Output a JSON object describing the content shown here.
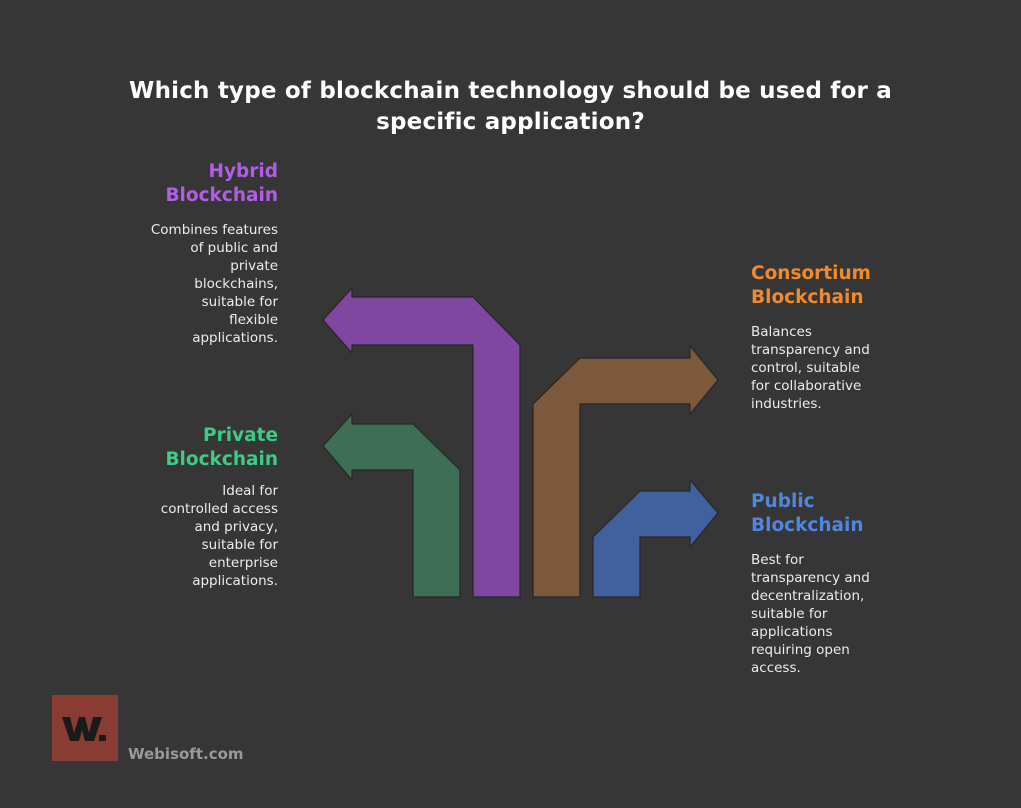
{
  "title": "Which type of blockchain technology should be used for a specific application?",
  "options": {
    "hybrid": {
      "heading": [
        "Hybrid",
        "Blockchain"
      ],
      "description": [
        "Combines features",
        "of public and",
        "private",
        "blockchains,",
        "suitable for",
        "flexible",
        "applications."
      ],
      "color": "#b05ee6"
    },
    "private": {
      "heading": [
        "Private",
        "Blockchain"
      ],
      "description": [
        "Ideal for",
        "controlled access",
        "and privacy,",
        "suitable for",
        "enterprise",
        "applications."
      ],
      "color": "#3fca86"
    },
    "consortium": {
      "heading": [
        "Consortium",
        "Blockchain"
      ],
      "description": [
        "Balances",
        "transparency and",
        "control, suitable",
        "for collaborative",
        "industries."
      ],
      "color": "#f08a2f"
    },
    "public": {
      "heading": [
        "Public",
        "Blockchain"
      ],
      "description": [
        "Best for",
        "transparency and",
        "decentralization,",
        "suitable for",
        "applications",
        "requiring open",
        "access."
      ],
      "color": "#4f86e0"
    }
  },
  "arrow_colors": {
    "hybrid": "#7f47a0",
    "private": "#3e6e56",
    "consortium": "#7d593b",
    "public": "#40619d"
  },
  "logo": {
    "brand": "Webisoft.com",
    "mark": "W",
    "color": "#8a3b33"
  }
}
